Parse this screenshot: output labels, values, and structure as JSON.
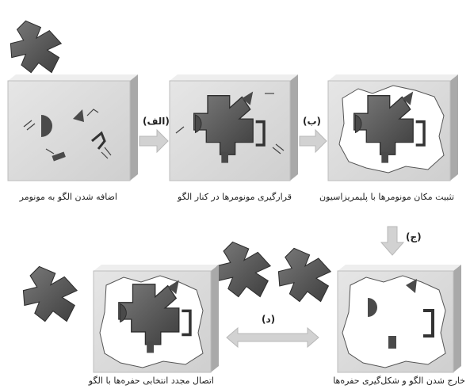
{
  "captions": {
    "add_template": "اضافه شدن الگو به مونومر",
    "arrange_monomers": "قرارگیری مونومرها در کنار الگو",
    "fix_monomers": "تثبیت مکان مونومرها با پلیمریزاسیون",
    "remove_template": "خارج شدن الگو و شکل‌گیری حفره‌ها",
    "rebind": "اتصال مجدد انتخابی حفره‌ها با الگو"
  },
  "step_labels": {
    "a": "(الف)",
    "b": "(ب)",
    "c": "(ج)",
    "d": "(د)"
  },
  "colors": {
    "block_face": "#dcdcdc",
    "block_side": "#a8a8a8",
    "block_top": "#ededed",
    "template": "#555555",
    "monomer": "#4a4a4a",
    "arrow": "#cfcfcf",
    "polymer": "#ffffff"
  }
}
